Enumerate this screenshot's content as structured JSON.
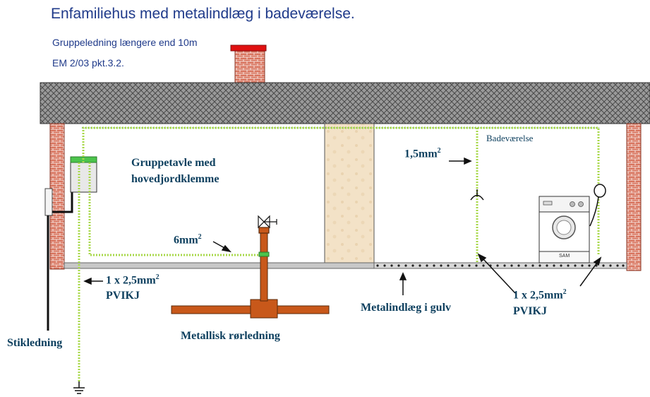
{
  "header": {
    "title": "Enfamiliehus med metalindlæg i badeværelse.",
    "note_line1": "Gruppeledning længere end 10m",
    "note_line2": "EM 2/03 pkt.3.2."
  },
  "labels": {
    "gruppetavle_line1": "Gruppetavle med",
    "gruppetavle_line2": "hovedjordklemme",
    "conductor_6": "6mm",
    "conductor_6_sup": "2",
    "conductor_15": "1,5mm",
    "conductor_15_sup": "2",
    "badevaerelse": "Badeværelse",
    "cable_left_line1": "1 x 2,5mm",
    "cable_left_sup": "2",
    "cable_left_line2": "PVIKJ",
    "cable_right_line1": "1 x 2,5mm",
    "cable_right_sup": "2",
    "cable_right_line2": "PVIKJ",
    "metalindlaeg": "Metalindlæg i gulv",
    "roerledning": "Metallisk rørledning",
    "stikledning": "Stikledning",
    "washer_brand": "SAM"
  },
  "colors": {
    "roof": "#8c8c8c",
    "chimney": "#c95a4a",
    "chimney_cap": "#e01010",
    "ground_wire": "#a8d84a",
    "pipe": "#c8581a",
    "wall_column": "#f0dcc0",
    "text_blue": "#1f3a8a",
    "text_teal": "#0d3f5e"
  }
}
